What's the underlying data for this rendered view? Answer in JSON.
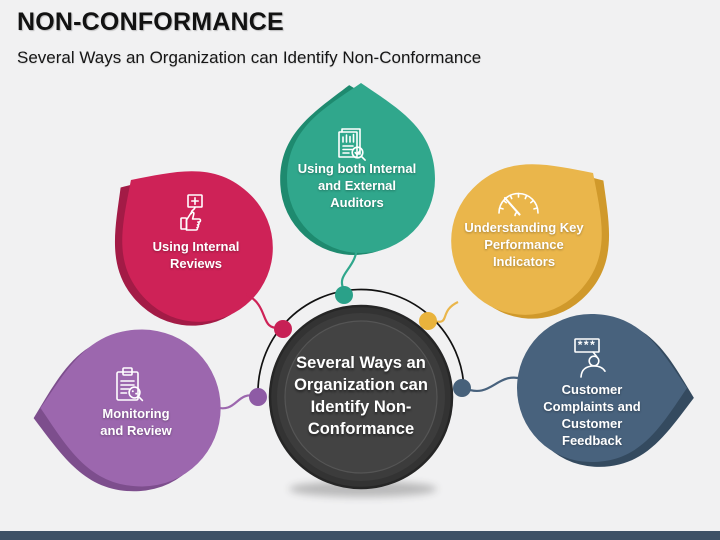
{
  "slide": {
    "title": "NON-CONFORMANCE",
    "subtitle": "Several Ways an Organization can Identify Non-Conformance",
    "background_color": "#F1F1F2",
    "footer_bar_color": "#3E5166",
    "center_node": {
      "label_lines": [
        "Several Ways an",
        "Organization can",
        "Identify Non-",
        "Conformance"
      ],
      "fill_outer": "#333333",
      "fill_mid": "#3C3C3C",
      "fill_inner": "#434343",
      "arc_color": "#111111"
    },
    "nodes": [
      {
        "id": "internal-external-auditors",
        "label_lines": [
          "Using both Internal",
          "and External",
          "Auditors"
        ],
        "fill": "#30A78C",
        "shadow_fill": "#1E8A6F",
        "dot_fill": "#2AA189",
        "icon": "audit-report-magnifier-icon"
      },
      {
        "id": "internal-reviews",
        "label_lines": [
          "Using Internal",
          "Reviews"
        ],
        "fill": "#CE2257",
        "shadow_fill": "#A31B46",
        "dot_fill": "#C72155",
        "icon": "thumbs-up-plus-icon"
      },
      {
        "id": "key-performance-indicators",
        "label_lines": [
          "Understanding Key",
          "Performance",
          "Indicators"
        ],
        "fill": "#EAB64B",
        "shadow_fill": "#D0992B",
        "dot_fill": "#E9B33C",
        "icon": "gauge-icon"
      },
      {
        "id": "monitoring-and-review",
        "label_lines": [
          "Monitoring",
          "and Review"
        ],
        "fill": "#9C67AE",
        "shadow_fill": "#7D4E8D",
        "dot_fill": "#8E5BA5",
        "icon": "clipboard-magnifier-icon"
      },
      {
        "id": "customer-complaints-feedback",
        "label_lines": [
          "Customer",
          "Complaints and",
          "Customer",
          "Feedback"
        ],
        "fill": "#48627D",
        "shadow_fill": "#344A5F",
        "dot_fill": "#47617A",
        "icon": "customer-feedback-icon"
      }
    ]
  }
}
